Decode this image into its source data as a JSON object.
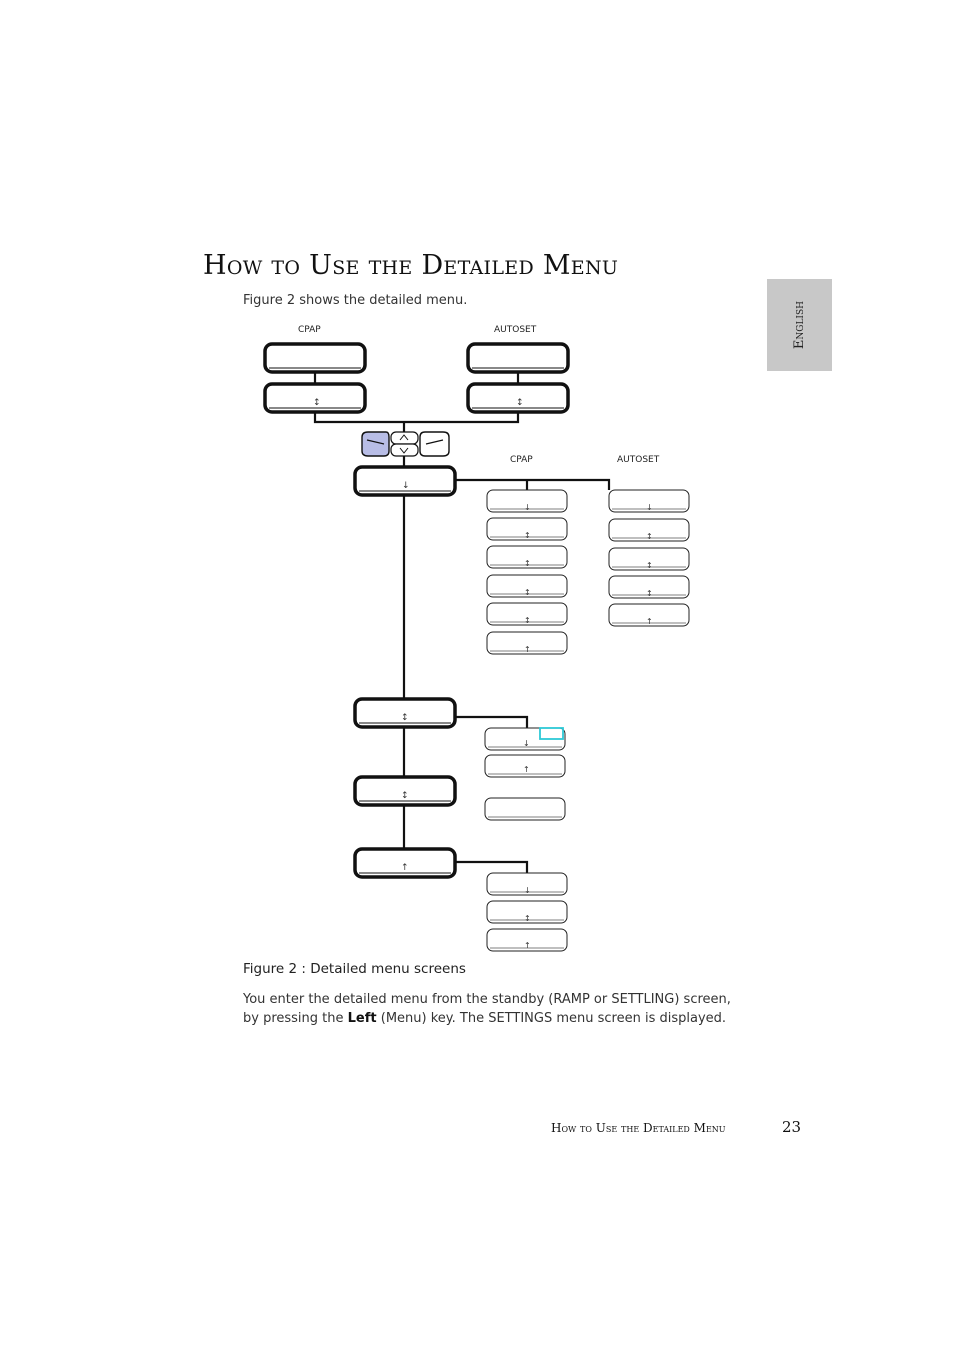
{
  "page": {
    "title": "How to Use the Detailed Menu",
    "intro": "Figure 2 shows the detailed menu.",
    "side_tab": "English",
    "caption": "Figure 2 : Detailed menu screens",
    "body_parts": {
      "p1": "You enter the detailed menu from the standby (RAMP or SETTLING) screen, by pressing the ",
      "bold": "Left",
      "p2": " (Menu) key. The SETTINGS menu screen is displayed."
    },
    "footer_title": "How to Use the Detailed Menu",
    "page_number": "23"
  },
  "diagram": {
    "label_cpap_top": "CPAP",
    "label_autoset_top": "AUTOSET",
    "label_cpap_sub": "CPAP",
    "label_autoset_sub": "AUTOSET",
    "keypad": {
      "left_key": "menu-key",
      "up_key": "up-arrow",
      "down_key": "down-arrow",
      "right_key": "right-key",
      "left_key_color": "#b8bde6"
    },
    "highlight_color": "#2ec9d6"
  }
}
